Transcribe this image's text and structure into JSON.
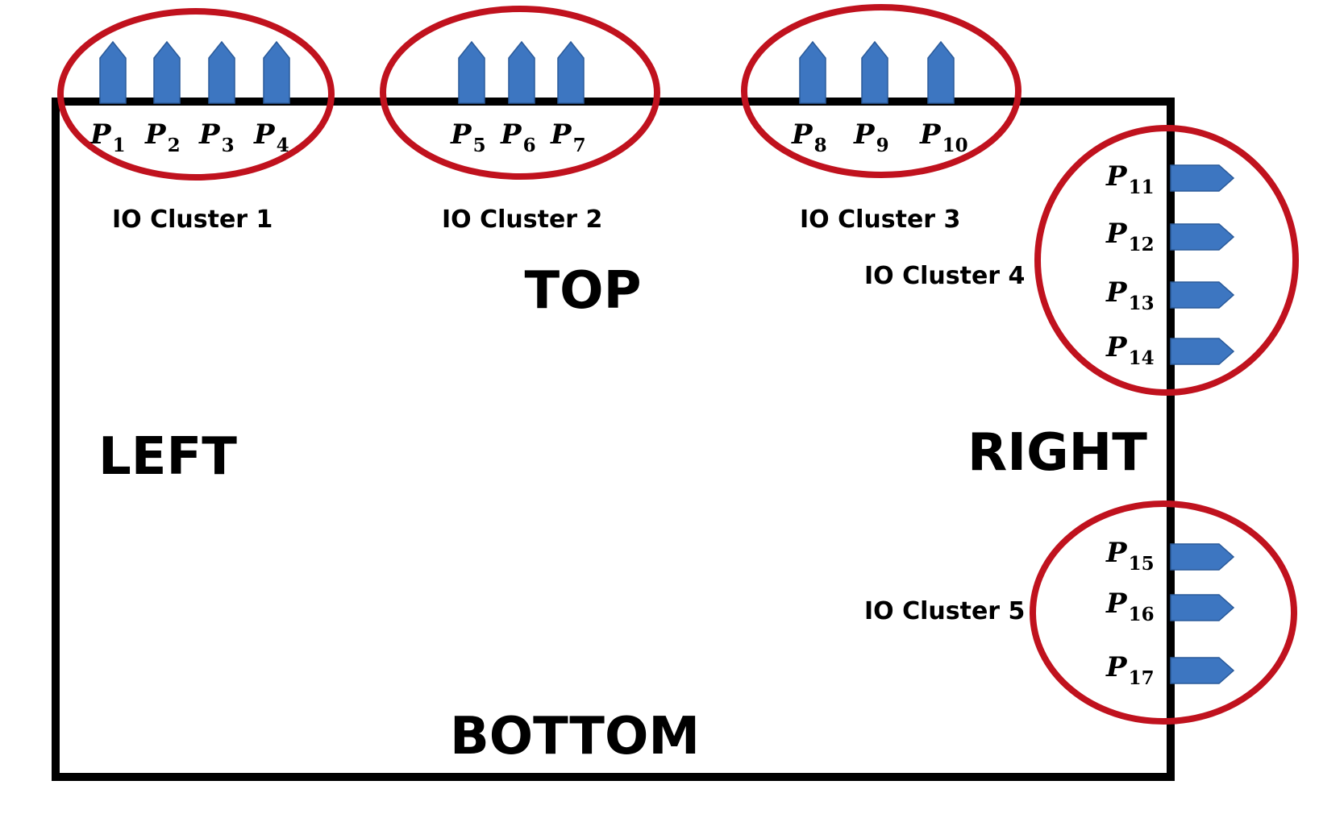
{
  "colors": {
    "die_outline": "#000000",
    "pin_fill": "#3d76c1",
    "pin_stroke": "#2a5a9a",
    "cluster_ring": "#c0121e",
    "text": "#000000"
  },
  "sides": {
    "top": "TOP",
    "left": "LEFT",
    "right": "RIGHT",
    "bottom": "BOTTOM"
  },
  "clusters": [
    {
      "label": "IO Cluster 1",
      "side": "top"
    },
    {
      "label": "IO Cluster 2",
      "side": "top"
    },
    {
      "label": "IO Cluster 3",
      "side": "top"
    },
    {
      "label": "IO Cluster 4",
      "side": "right"
    },
    {
      "label": "IO Cluster 5",
      "side": "right"
    }
  ],
  "pins": [
    {
      "letter": "P",
      "index": "1",
      "cluster": 1
    },
    {
      "letter": "P",
      "index": "2",
      "cluster": 1
    },
    {
      "letter": "P",
      "index": "3",
      "cluster": 1
    },
    {
      "letter": "P",
      "index": "4",
      "cluster": 1
    },
    {
      "letter": "P",
      "index": "5",
      "cluster": 2
    },
    {
      "letter": "P",
      "index": "6",
      "cluster": 2
    },
    {
      "letter": "P",
      "index": "7",
      "cluster": 2
    },
    {
      "letter": "P",
      "index": "8",
      "cluster": 3
    },
    {
      "letter": "P",
      "index": "9",
      "cluster": 3
    },
    {
      "letter": "P",
      "index": "10",
      "cluster": 3
    },
    {
      "letter": "P",
      "index": "11",
      "cluster": 4
    },
    {
      "letter": "P",
      "index": "12",
      "cluster": 4
    },
    {
      "letter": "P",
      "index": "13",
      "cluster": 4
    },
    {
      "letter": "P",
      "index": "14",
      "cluster": 4
    },
    {
      "letter": "P",
      "index": "15",
      "cluster": 5
    },
    {
      "letter": "P",
      "index": "16",
      "cluster": 5
    },
    {
      "letter": "P",
      "index": "17",
      "cluster": 5
    }
  ]
}
